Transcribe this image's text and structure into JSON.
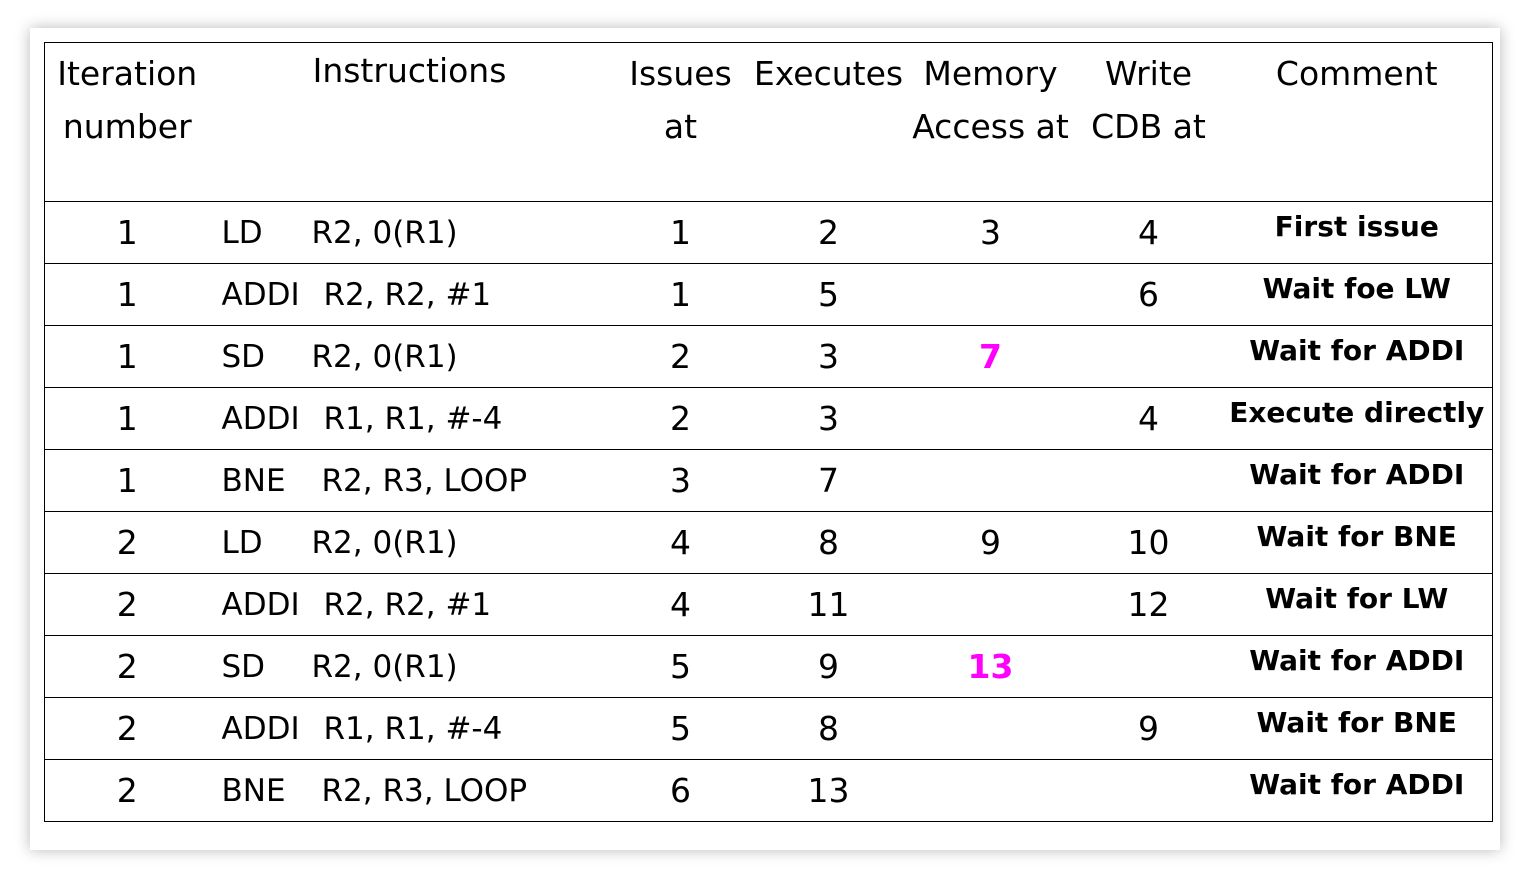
{
  "headers": {
    "iteration": "Iteration number",
    "instructions": "Instructions",
    "issues": "Issues at",
    "executes": "Executes",
    "memory": "Memory Access at",
    "write": "Write CDB at",
    "comment": "Comment"
  },
  "rows": [
    {
      "iter": "1",
      "op": "LD",
      "args": "R2, 0(R1)",
      "issue": "1",
      "exec": "2",
      "mem": "3",
      "mem_highlight": false,
      "write": "4",
      "comment": "First issue"
    },
    {
      "iter": "1",
      "op": "ADDI",
      "args": "R2, R2, #1",
      "issue": "1",
      "exec": "5",
      "mem": "",
      "mem_highlight": false,
      "write": "6",
      "comment": "Wait foe LW"
    },
    {
      "iter": "1",
      "op": "SD",
      "args": "R2, 0(R1)",
      "issue": "2",
      "exec": "3",
      "mem": "7",
      "mem_highlight": true,
      "write": "",
      "comment": "Wait for ADDI"
    },
    {
      "iter": "1",
      "op": "ADDI",
      "args": "R1, R1, #-4",
      "issue": "2",
      "exec": "3",
      "mem": "",
      "mem_highlight": false,
      "write": "4",
      "comment": "Execute directly"
    },
    {
      "iter": "1",
      "op": "BNE",
      "args": "R2, R3, LOOP",
      "issue": "3",
      "exec": "7",
      "mem": "",
      "mem_highlight": false,
      "write": "",
      "comment": "Wait for ADDI"
    },
    {
      "iter": "2",
      "op": "LD",
      "args": "R2, 0(R1)",
      "issue": "4",
      "exec": "8",
      "mem": "9",
      "mem_highlight": false,
      "write": "10",
      "comment": "Wait for BNE"
    },
    {
      "iter": "2",
      "op": "ADDI",
      "args": "R2, R2, #1",
      "issue": "4",
      "exec": "11",
      "mem": "",
      "mem_highlight": false,
      "write": "12",
      "comment": "Wait for LW"
    },
    {
      "iter": "2",
      "op": "SD",
      "args": "R2, 0(R1)",
      "issue": "5",
      "exec": "9",
      "mem": "13",
      "mem_highlight": true,
      "write": "",
      "comment": "Wait for ADDI"
    },
    {
      "iter": "2",
      "op": "ADDI",
      "args": "R1, R1, #-4",
      "issue": "5",
      "exec": "8",
      "mem": "",
      "mem_highlight": false,
      "write": "9",
      "comment": "Wait for BNE"
    },
    {
      "iter": "2",
      "op": "BNE",
      "args": "R2, R3, LOOP",
      "issue": "6",
      "exec": "13",
      "mem": "",
      "mem_highlight": false,
      "write": "",
      "comment": "Wait for ADDI"
    }
  ],
  "colors": {
    "highlight": "#ff00ff",
    "text": "#000000",
    "background": "#ffffff"
  }
}
